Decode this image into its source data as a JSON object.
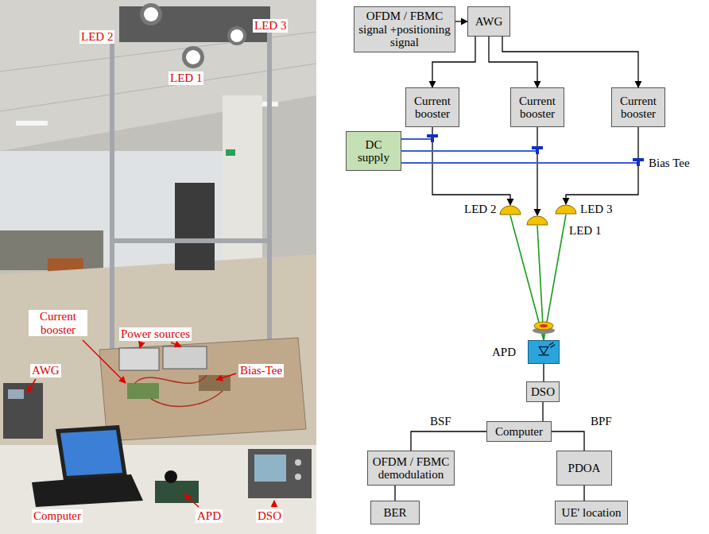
{
  "diagram": {
    "nodes": [
      {
        "text": [
          "OFDM / FBMC signal +positioning signal"
        ]
      },
      {
        "text": [
          "AWG"
        ]
      },
      {
        "text": [
          "Current booster"
        ]
      },
      {
        "text": [
          "Current booster"
        ]
      },
      {
        "text": [
          "Current booster"
        ]
      },
      {
        "text": [
          "DC supply"
        ]
      },
      {
        "text": [
          "LED 2"
        ]
      },
      {
        "text": [
          "LED 1"
        ]
      },
      {
        "text": [
          "LED 3"
        ]
      },
      {
        "text": [
          "APD"
        ]
      },
      {
        "text": [
          "DSO"
        ]
      },
      {
        "text": [
          "Computer"
        ]
      },
      {
        "text": [
          "OFDM / FBMC demodulation"
        ]
      },
      {
        "text": [
          "PDOA"
        ]
      },
      {
        "text": [
          "BER"
        ]
      },
      {
        "text": [
          "UE' location"
        ]
      }
    ],
    "edges": [
      {
        "from": 0,
        "to": 1,
        "arrow": "to"
      },
      {
        "from": 1,
        "to": 2,
        "arrow": "to"
      },
      {
        "from": 1,
        "to": 3,
        "arrow": "to"
      },
      {
        "from": 1,
        "to": 4,
        "arrow": "to"
      },
      {
        "from": 2,
        "to": 6,
        "arrow": "to"
      },
      {
        "from": 3,
        "to": 7,
        "arrow": "to"
      },
      {
        "from": 4,
        "to": 8,
        "arrow": "to"
      },
      {
        "from": 6,
        "to": 9,
        "arrow": "none"
      },
      {
        "from": 7,
        "to": 9,
        "arrow": "none"
      },
      {
        "from": 8,
        "to": 9,
        "arrow": "none"
      },
      {
        "from": 9,
        "to": 10,
        "arrow": "none"
      },
      {
        "from": 10,
        "to": 11,
        "arrow": "none"
      },
      {
        "from": 11,
        "to": 12,
        "label": "BSF",
        "arrow": "none"
      },
      {
        "from": 11,
        "to": 13,
        "label": "BPF",
        "arrow": "none"
      },
      {
        "from": 12,
        "to": 14,
        "arrow": "none"
      },
      {
        "from": 13,
        "to": 15,
        "arrow": "none"
      }
    ],
    "labels": [
      "LED 2",
      "LED 3",
      "LED 1",
      "Current booster",
      "Power sources",
      "AWG",
      "Bias-Tee",
      "APD",
      "DSO",
      "Computer",
      "Bias Tee"
    ]
  }
}
